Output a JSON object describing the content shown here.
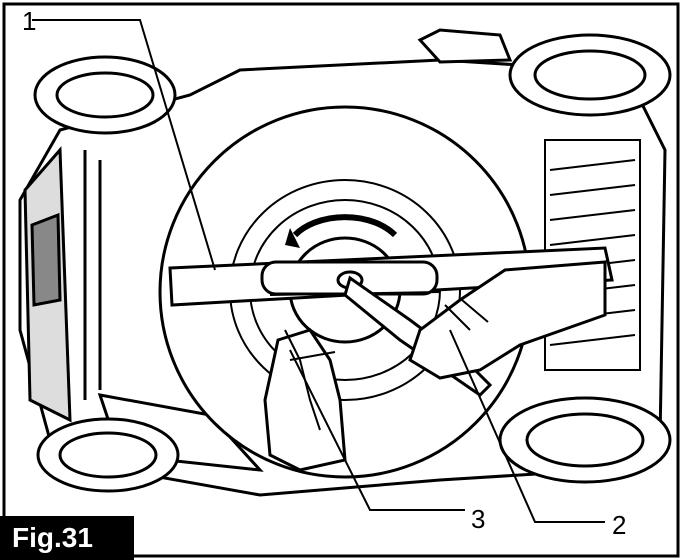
{
  "figure": {
    "label": "Fig.31",
    "callouts": [
      {
        "number": "1"
      },
      {
        "number": "2"
      },
      {
        "number": "3"
      }
    ]
  }
}
